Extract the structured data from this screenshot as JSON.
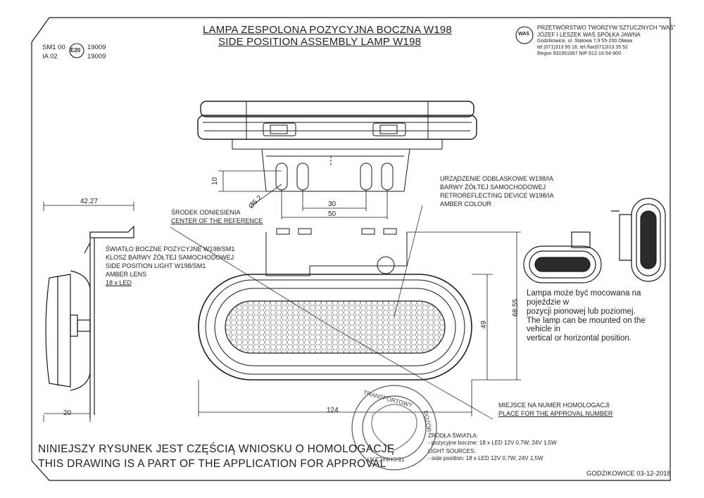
{
  "title": {
    "line1": "LAMPA ZESPOLONA POZYCYJNA BOCZNA W198",
    "line2": "SIDE POSITION ASSEMBLY LAMP W198"
  },
  "approval_codes": {
    "sm": "SM1 00",
    "ia": "IA 02",
    "code1": "19009",
    "code2": "19009",
    "emark": "E20"
  },
  "company": {
    "name": "PRZETWÓRSTWO TWORZYW SZTUCZNYCH \"WAŚ\"",
    "owners": "JÓZEF I LESZEK WAŚ     SPÓŁKA JAWNA",
    "address": "Godzikowice, ul. Stalowa 7,9       55-200 Oława",
    "phone": "tel.(071)313 95 18, tel./fax(071)313 35 52",
    "regon": "Regon 931951967      NIP 912-16-54-900",
    "logo": "WAŚ"
  },
  "dimensions": {
    "d10": "10",
    "d52": "Ø5.2",
    "d30": "30",
    "d50": "50",
    "d4227": "42.27",
    "d20": "20",
    "d124": "124",
    "d49": "49",
    "d6855": "68.55"
  },
  "labels": {
    "reflector": [
      "URZĄDZENIE ODBLASKOWE  W198/IA",
      "BARWY ŻÓŁTEJ SAMOCHODOWEJ",
      "RETROREFLECTING DEVICE W198/IA",
      "AMBER COLOUR"
    ],
    "center_ref": [
      "ŚRODEK ODNIESIENIA",
      "CENTER OF THE REFERENCE"
    ],
    "side_light": [
      "ŚWIATŁO BOCZNE POZYCYJNE W198/SM1",
      "KLOSZ BARWY ŻÓŁTEJ SAMOCHODOWEJ",
      "SIDE POSITION LIGHT W198/SM1",
      "AMBER LENS",
      "18 x LED"
    ],
    "approval_place": [
      "MIEJSCE NA NUMER HOMOLOGACJI",
      "PLACE FOR THE APPROVAL NUMBER"
    ]
  },
  "mounting_note": {
    "pl1": "Lampa może być mocowana na",
    "pl2": "pojeździe w",
    "pl3": "pozycji pionowej lub poziomej.",
    "en1": "The lamp can be mounted on the",
    "en2": "vehicle in",
    "en3": "vertical or horizontal position."
  },
  "light_sources": {
    "pl_head": "ŹRÓDŁA ŚWIATŁA:",
    "pl_line": "- pozycyjne boczne: 18 x LED 12V 0,7W; 24V 1,5W",
    "en_head": "LIGHT SOURCES:",
    "en_line": "- side position: 18 x LED 12V 0,7W; 24V 1,5W"
  },
  "statement": {
    "pl": "NINIEJSZY RYSUNEK JEST CZĘŚCIĄ WNIOSKU O  HOMOLOGACJĘ",
    "en": "THIS DRAWING IS A PART OF THE APPLICATION FOR  APPROVAL"
  },
  "footer": {
    "place_date": "GODZIKOWICE   03-12-2018"
  },
  "stamp": {
    "top": "TRANSPORTOWY",
    "right": "DOZÓR",
    "bottom": "TECHNICZNY"
  }
}
